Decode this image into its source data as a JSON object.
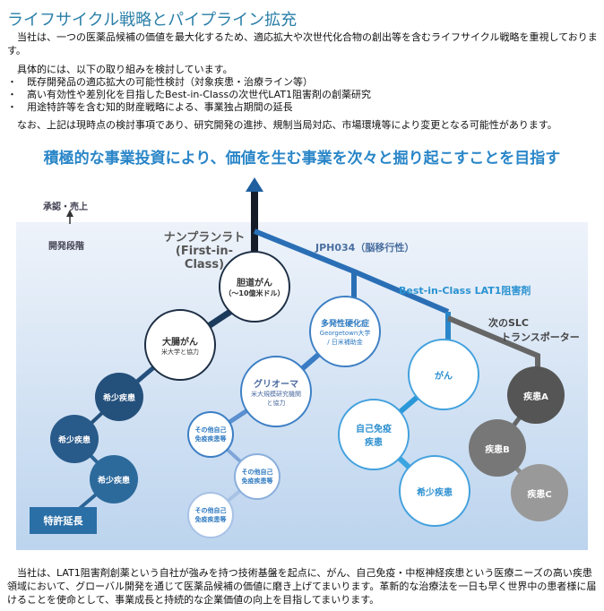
{
  "title": "ライフサイクル戦略とパイプライン拡充",
  "intro": "　当社は、一つの医薬品候補の価値を最大化するため、適応拡大や次世代化合物の創出等を含むライフサイクル戦略を重視しております。",
  "lead": "　具体的には、以下の取り組みを検討しています。",
  "bullets": [
    "・　既存開発品の適応拡大の可能性検討（対象疾患・治療ライン等）",
    "・　高い有効性や差別化を目指したBest-in-Classの次世代LAT1阻害剤の創薬研究",
    "・　用途特許等を含む知的財産戦略による、事業独占期間の延長"
  ],
  "note": "　なお、上記は現時点の検討事項であり、研究開発の進捗、規制当局対応、市場環境等により変更となる可能性があります。",
  "banner": "積極的な事業投資により、価値を生む事業を次々と掘り起こすことを目指す",
  "diagram": {
    "axis_top": "承認・売上",
    "axis_bottom": "開発段階",
    "branch_main": "ナンプランラト",
    "branch_main_sub": "(First-in-Class)",
    "branch_jph": "JPH034（脳移行性）",
    "branch_best": "Best-in-Class LAT1阻害剤",
    "branch_slc1": "次のSLC",
    "branch_slc2": "トランスポーター",
    "nodes": {
      "biliary": "胆道がん",
      "biliary_sub": "（～10億米ドル）",
      "colorectal": "大腸がん",
      "colorectal_sub": "米大学と協力",
      "rare1": "希少疾患",
      "rare2": "希少疾患",
      "rare3": "希少疾患",
      "patent": "特許延長",
      "ms": "多発性硬化症",
      "ms_sub": "Georgetown大学 / 日米補助金",
      "glioma": "グリオーマ",
      "glioma_sub": "米大規模研究機関と協力",
      "other1": "その他自己免疫疾患等",
      "other2": "その他自己免疫疾患等",
      "other3": "その他自己免疫疾患等",
      "cancer": "がん",
      "autoimmune": "自己免疫疾患",
      "rare_best": "希少疾患",
      "diseaseA": "疾患A",
      "diseaseB": "疾患B",
      "diseaseC": "疾患C"
    }
  },
  "closing": "　当社は、LAT1阻害剤創薬という自社が強みを持つ技術基盤を起点に、がん、自己免疫・中枢神経疾患という医療ニーズの高い疾患領域において、グローバル開発を通じて医薬品候補の価値に磨き上げてまいります。革新的な治療法を一日も早く世界中の患者様に届けることを使命として、事業成長と持続的な企業価値の向上を目指してまいります。"
}
